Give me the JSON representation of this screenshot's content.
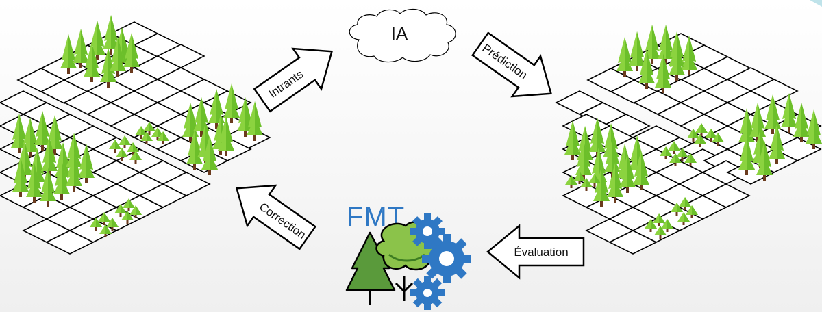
{
  "cloud": {
    "label": "IA"
  },
  "arrows": {
    "intrants": "Intrants",
    "prediction": "Prédiction",
    "evaluation": "Évaluation",
    "correction": "Correction"
  },
  "logo": {
    "text": "FMT"
  },
  "colors": {
    "tree_light": "#8bd33f",
    "tree_dark": "#5cab22",
    "trunk": "#6b3b1e",
    "logo_blue": "#2f78c4",
    "logo_green": "#5a9a3b"
  }
}
